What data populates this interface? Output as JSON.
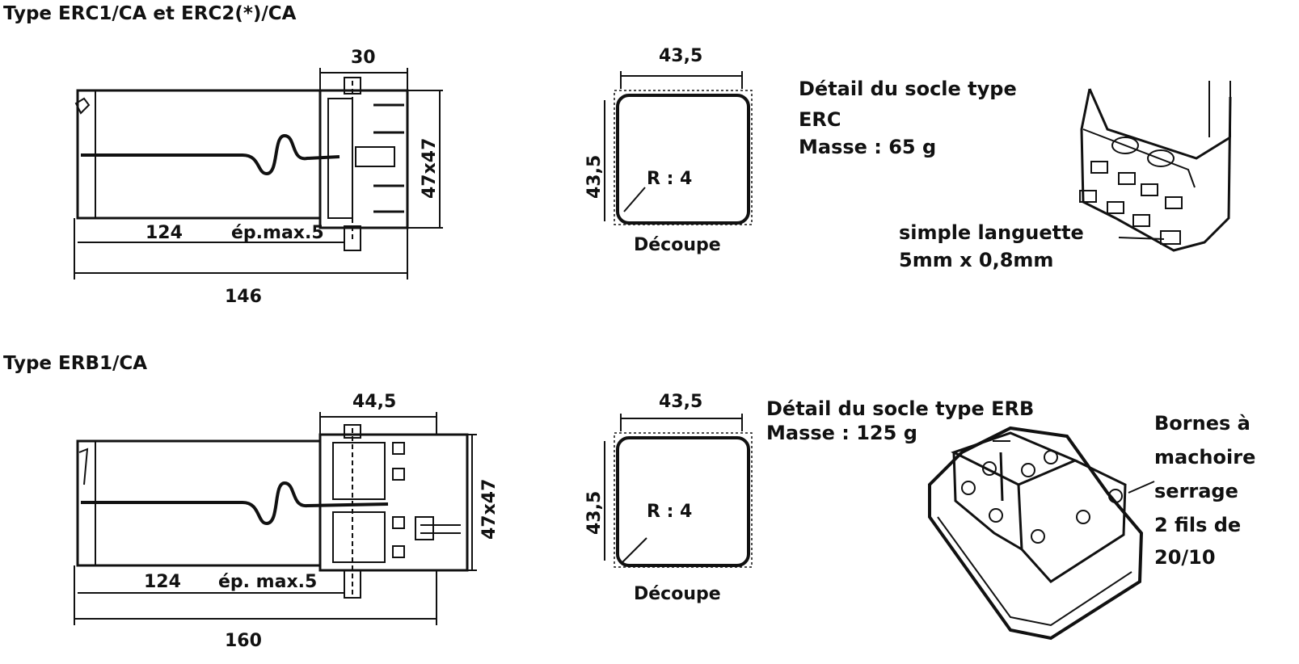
{
  "sections": [
    {
      "title": "Type ERC1/CA et ERC2(*)/CA",
      "relay_side_view": {
        "width_top": "30",
        "size": "47x47",
        "length_body": "124",
        "thickness": "ép.max.5",
        "length_total": "146"
      },
      "cutout": {
        "width": "43,5",
        "height": "43,5",
        "radius": "R : 4",
        "caption": "Découpe"
      },
      "socle_detail": {
        "lines": [
          "Détail du socle type",
          "ERC",
          "Masse : 65 g"
        ],
        "terminal_lines": [
          "simple languette",
          "5mm x 0,8mm"
        ]
      }
    },
    {
      "title": "Type ERB1/CA",
      "relay_side_view": {
        "width_top": "44,5",
        "size": "47x47",
        "length_body": "124",
        "thickness": "ép. max.5",
        "length_total": "160"
      },
      "cutout": {
        "width": "43,5",
        "height": "43,5",
        "radius": "R : 4",
        "caption": "Découpe"
      },
      "socle_detail": {
        "lines": [
          "Détail du socle type ERB",
          "Masse : 125 g"
        ],
        "terminal_lines": [
          "Bornes à",
          "machoire",
          "serrage",
          "2 fils de",
          "20/10"
        ]
      }
    }
  ]
}
